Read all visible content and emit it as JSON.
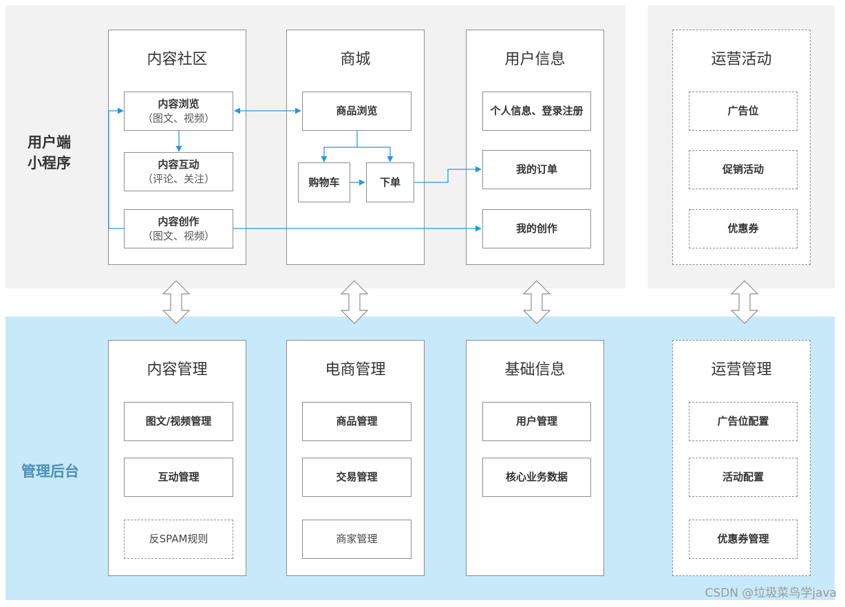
{
  "colors": {
    "top_band": "#f2f2f2",
    "bottom_band": "#c8e9f9",
    "arrow": "#1f9be0",
    "border": "#8c8c8c",
    "admin_label": "#4a8fb5"
  },
  "labels": {
    "user_side_line1": "用户端",
    "user_side_line2": "小程序",
    "admin_side": "管理后台"
  },
  "top": {
    "community": {
      "title": "内容社区",
      "browse": {
        "line1": "内容浏览",
        "line2": "（图文、视频）"
      },
      "interact": {
        "line1": "内容互动",
        "line2": "（评论、关注）"
      },
      "create": {
        "line1": "内容创作",
        "line2": "（图文、视频）"
      }
    },
    "mall": {
      "title": "商城",
      "browse": "商品浏览",
      "cart": "购物车",
      "order": "下单"
    },
    "user": {
      "title": "用户信息",
      "info": "个人信息、登录注册",
      "orders": "我的订单",
      "creations": "我的创作"
    },
    "ops": {
      "title": "运营活动",
      "ad": "广告位",
      "promo": "促销活动",
      "coupon": "优惠券"
    }
  },
  "bottom": {
    "content": {
      "title": "内容管理",
      "media": "图文/视频管理",
      "interact": "互动管理",
      "spam": "反SPAM规则"
    },
    "ecom": {
      "title": "电商管理",
      "goods": "商品管理",
      "trade": "交易管理",
      "merchant": "商家管理"
    },
    "base": {
      "title": "基础信息",
      "users": "用户管理",
      "core": "核心业务数据"
    },
    "ops": {
      "title": "运营管理",
      "ad": "广告位配置",
      "activity": "活动配置",
      "coupon": "优惠券管理"
    }
  },
  "watermark": "CSDN @垃圾菜鸟学java"
}
